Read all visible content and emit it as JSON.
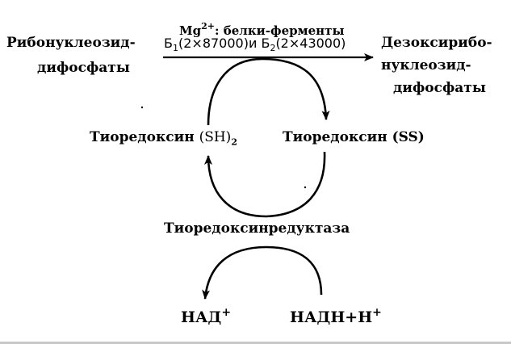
{
  "cofactor": {
    "ion": "Mg",
    "charge": "2+",
    "suffix": ": белки-ферменты"
  },
  "enzyme": {
    "b1_letter": "Б",
    "b1_sub": "1",
    "b1_mass": "(2×87000)",
    "conj": "и",
    "b2_letter": "Б",
    "b2_sub": "2",
    "b2_mass": "(2×43000)"
  },
  "substrate": {
    "line1": "Рибонуклеозид-",
    "line2": "дифосфаты"
  },
  "product": {
    "line1": "Дезоксирибо-",
    "line2": "нуклеозид-",
    "line3": "дифосфаты"
  },
  "thioredoxin_reduced": {
    "name": "Тиоредоксин ",
    "group": "(SH)",
    "sub": "2"
  },
  "thioredoxin_oxidized": {
    "label": "Тиоредоксин (SS)"
  },
  "reductase": {
    "label": "Тиоредоксинредуктаза"
  },
  "nad": {
    "label": "НАД",
    "sup": "+"
  },
  "nadh": {
    "label": "НАДН+Н",
    "sup": "+"
  },
  "colors": {
    "ink": "#000000",
    "background": "#ffffff"
  }
}
